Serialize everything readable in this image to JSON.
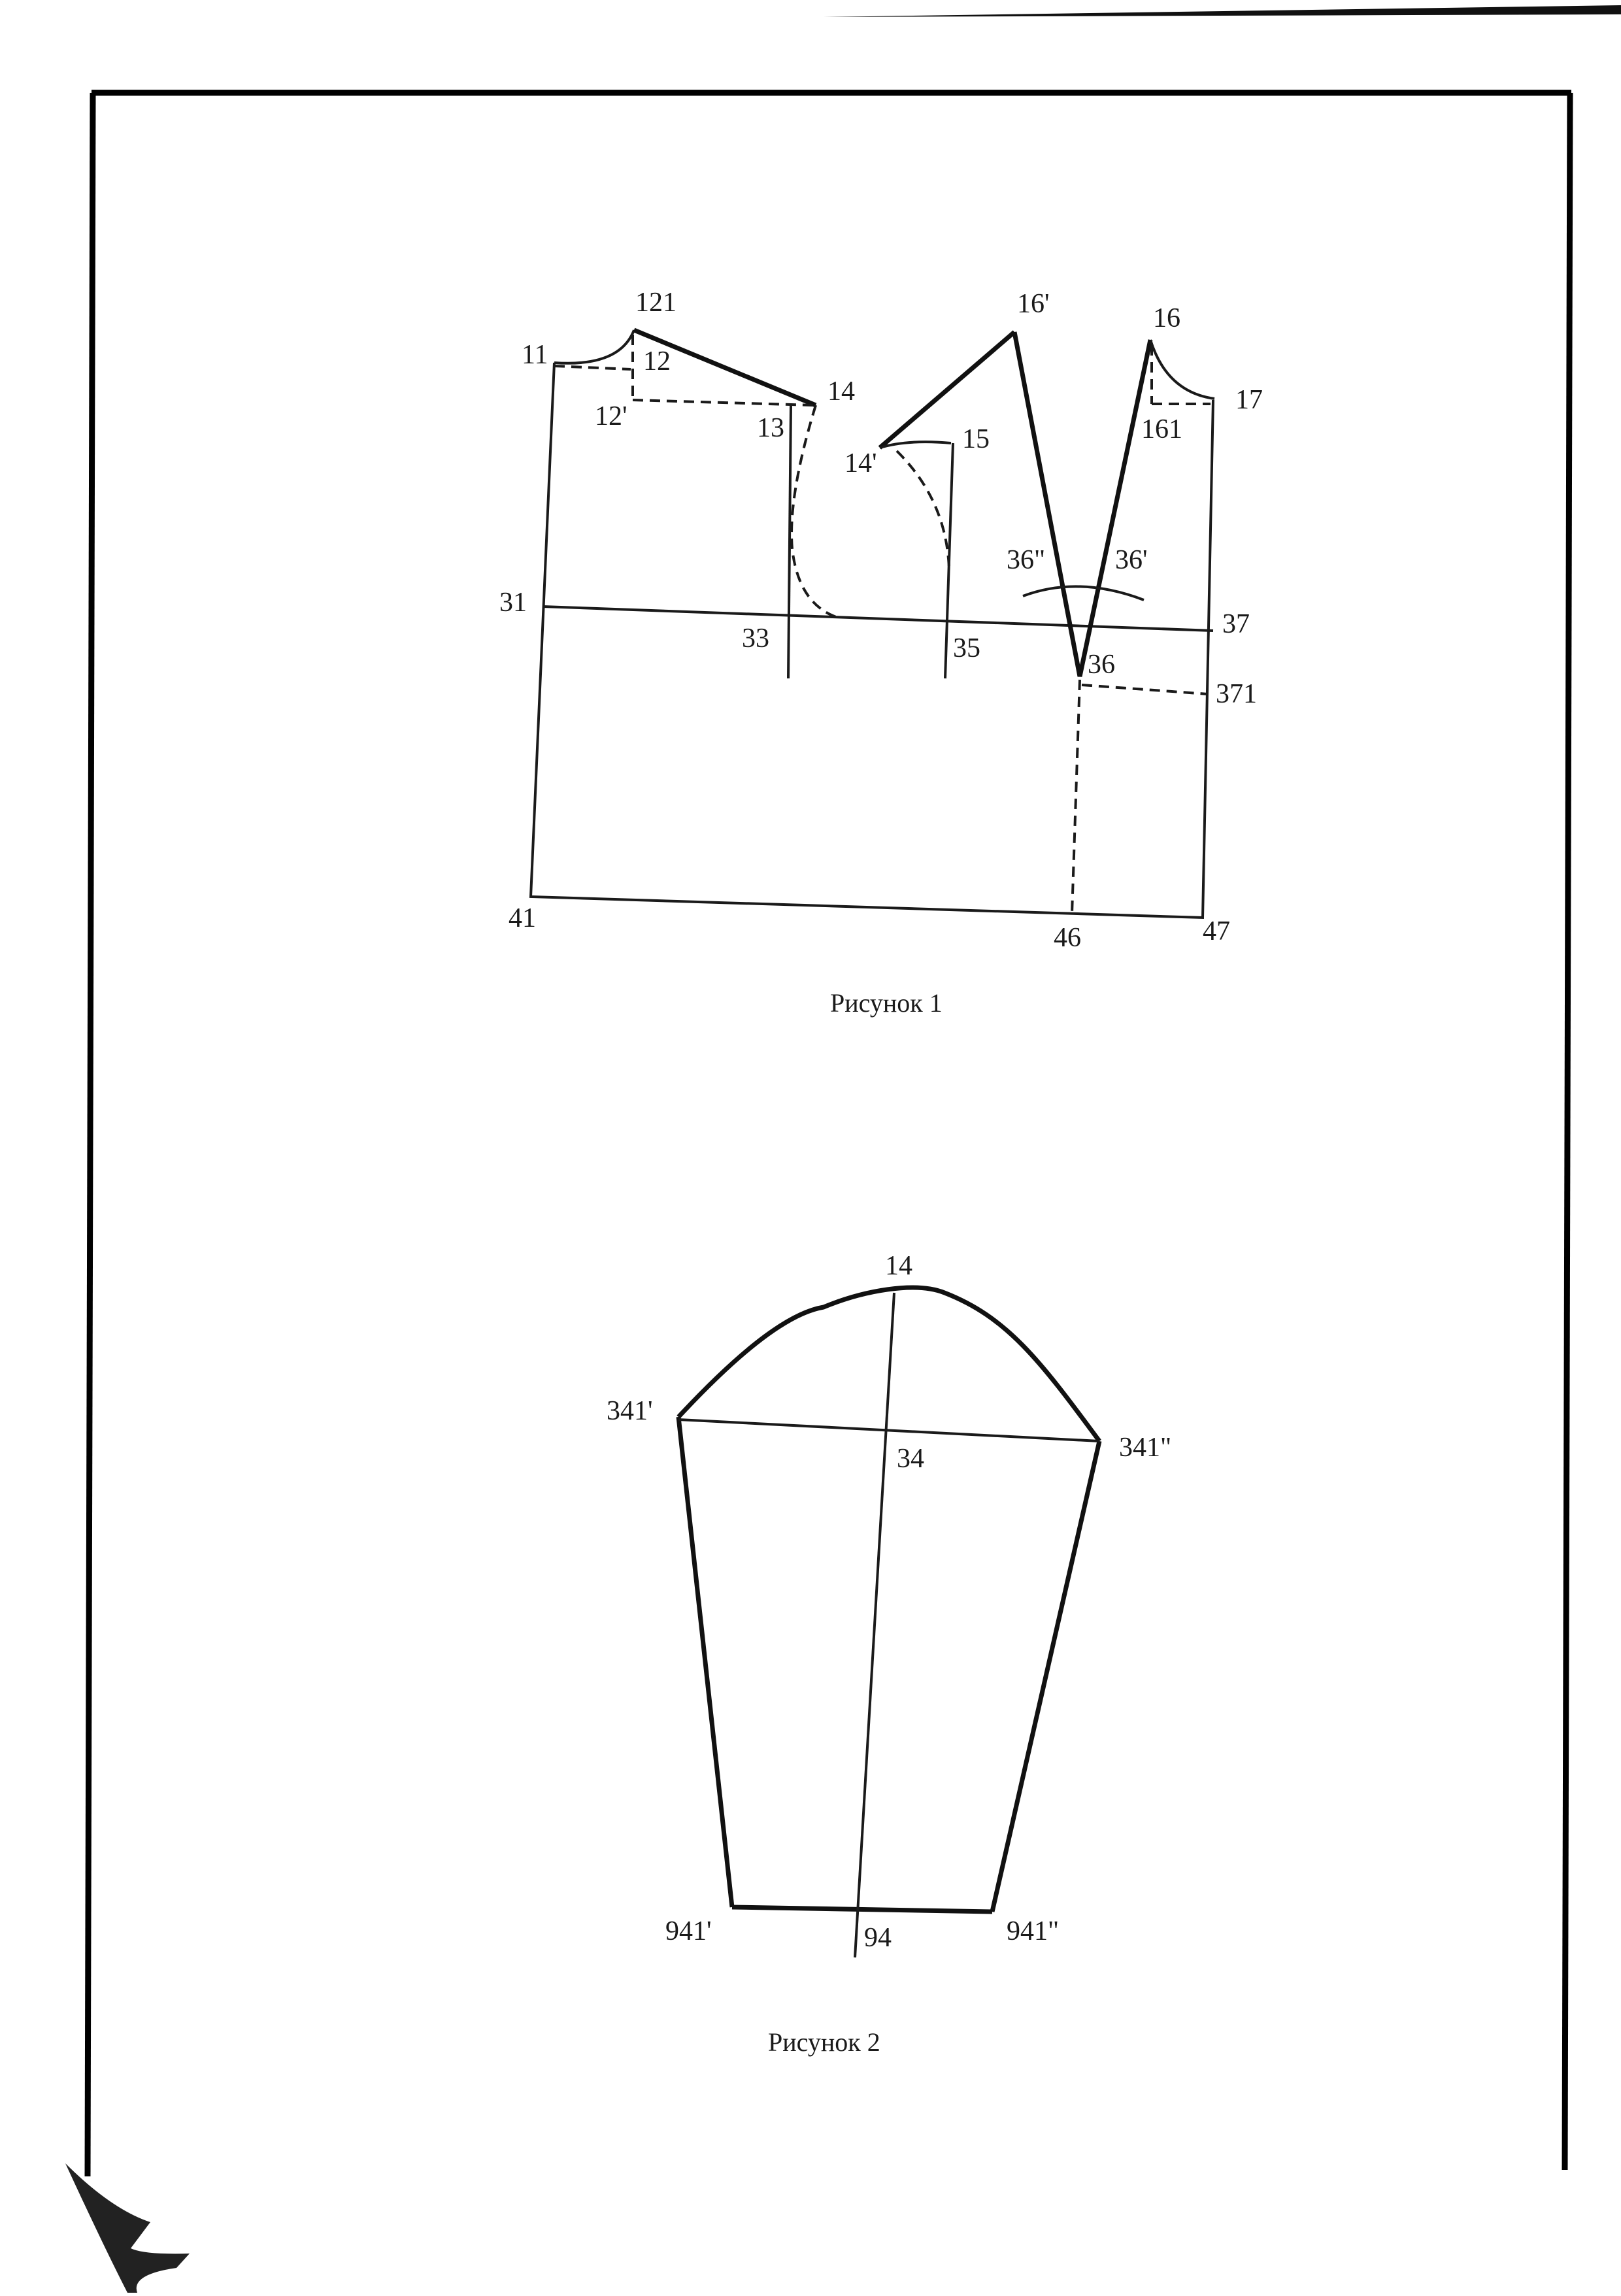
{
  "figure1": {
    "caption": "Рисунок 1",
    "labels": {
      "p11": "11",
      "p121": "121",
      "p12": "12",
      "p12p": "12'",
      "p13": "13",
      "p14": "14",
      "p14p": "14'",
      "p15": "15",
      "p16p": "16'",
      "p16": "16",
      "p161": "161",
      "p17": "17",
      "p31": "31",
      "p33": "33",
      "p35": "35",
      "p36pp": "36\"",
      "p36p": "36'",
      "p37": "37",
      "p36": "36",
      "p371": "371",
      "p41": "41",
      "p46": "46",
      "p47": "47"
    }
  },
  "figure2": {
    "caption": "Рисунок 2",
    "labels": {
      "p14": "14",
      "p341p": "341'",
      "p34": "34",
      "p341pp": "341\"",
      "p941p": "941'",
      "p94": "94",
      "p941pp": "941\""
    }
  }
}
